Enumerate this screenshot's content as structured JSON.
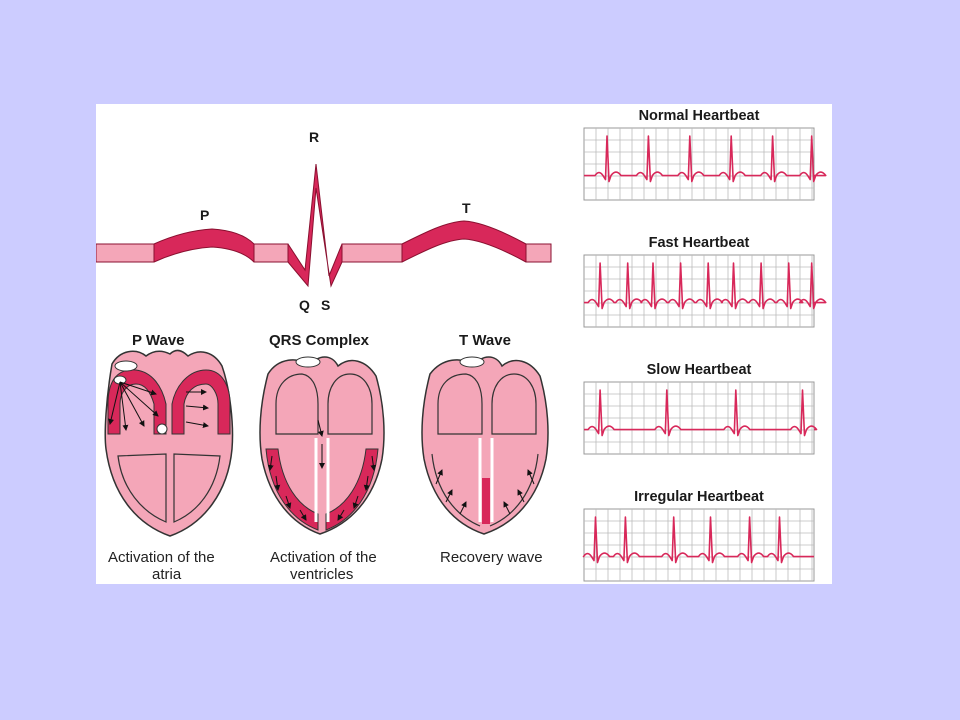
{
  "colors": {
    "background": "#ccccff",
    "panel": "#ffffff",
    "tissue": "#f4a6b8",
    "muscle": "#d8285a",
    "ecg": "#d8285a",
    "grid": "#bbbbbb"
  },
  "waveform": {
    "labels": {
      "p": "P",
      "q": "Q",
      "r": "R",
      "s": "S",
      "t": "T"
    }
  },
  "hearts": [
    {
      "title": "P Wave",
      "caption_lines": [
        "Activation of the",
        "atria"
      ]
    },
    {
      "title": "QRS Complex",
      "caption_lines": [
        "Activation of the",
        "ventricles"
      ]
    },
    {
      "title": "T Wave",
      "caption_lines": [
        "Recovery wave"
      ]
    }
  ],
  "strips": [
    {
      "title": "Normal Heartbeat",
      "rhythm": "normal"
    },
    {
      "title": "Fast Heartbeat",
      "rhythm": "fast"
    },
    {
      "title": "Slow Heartbeat",
      "rhythm": "slow"
    },
    {
      "title": "Irregular Heartbeat",
      "rhythm": "irregular"
    }
  ]
}
